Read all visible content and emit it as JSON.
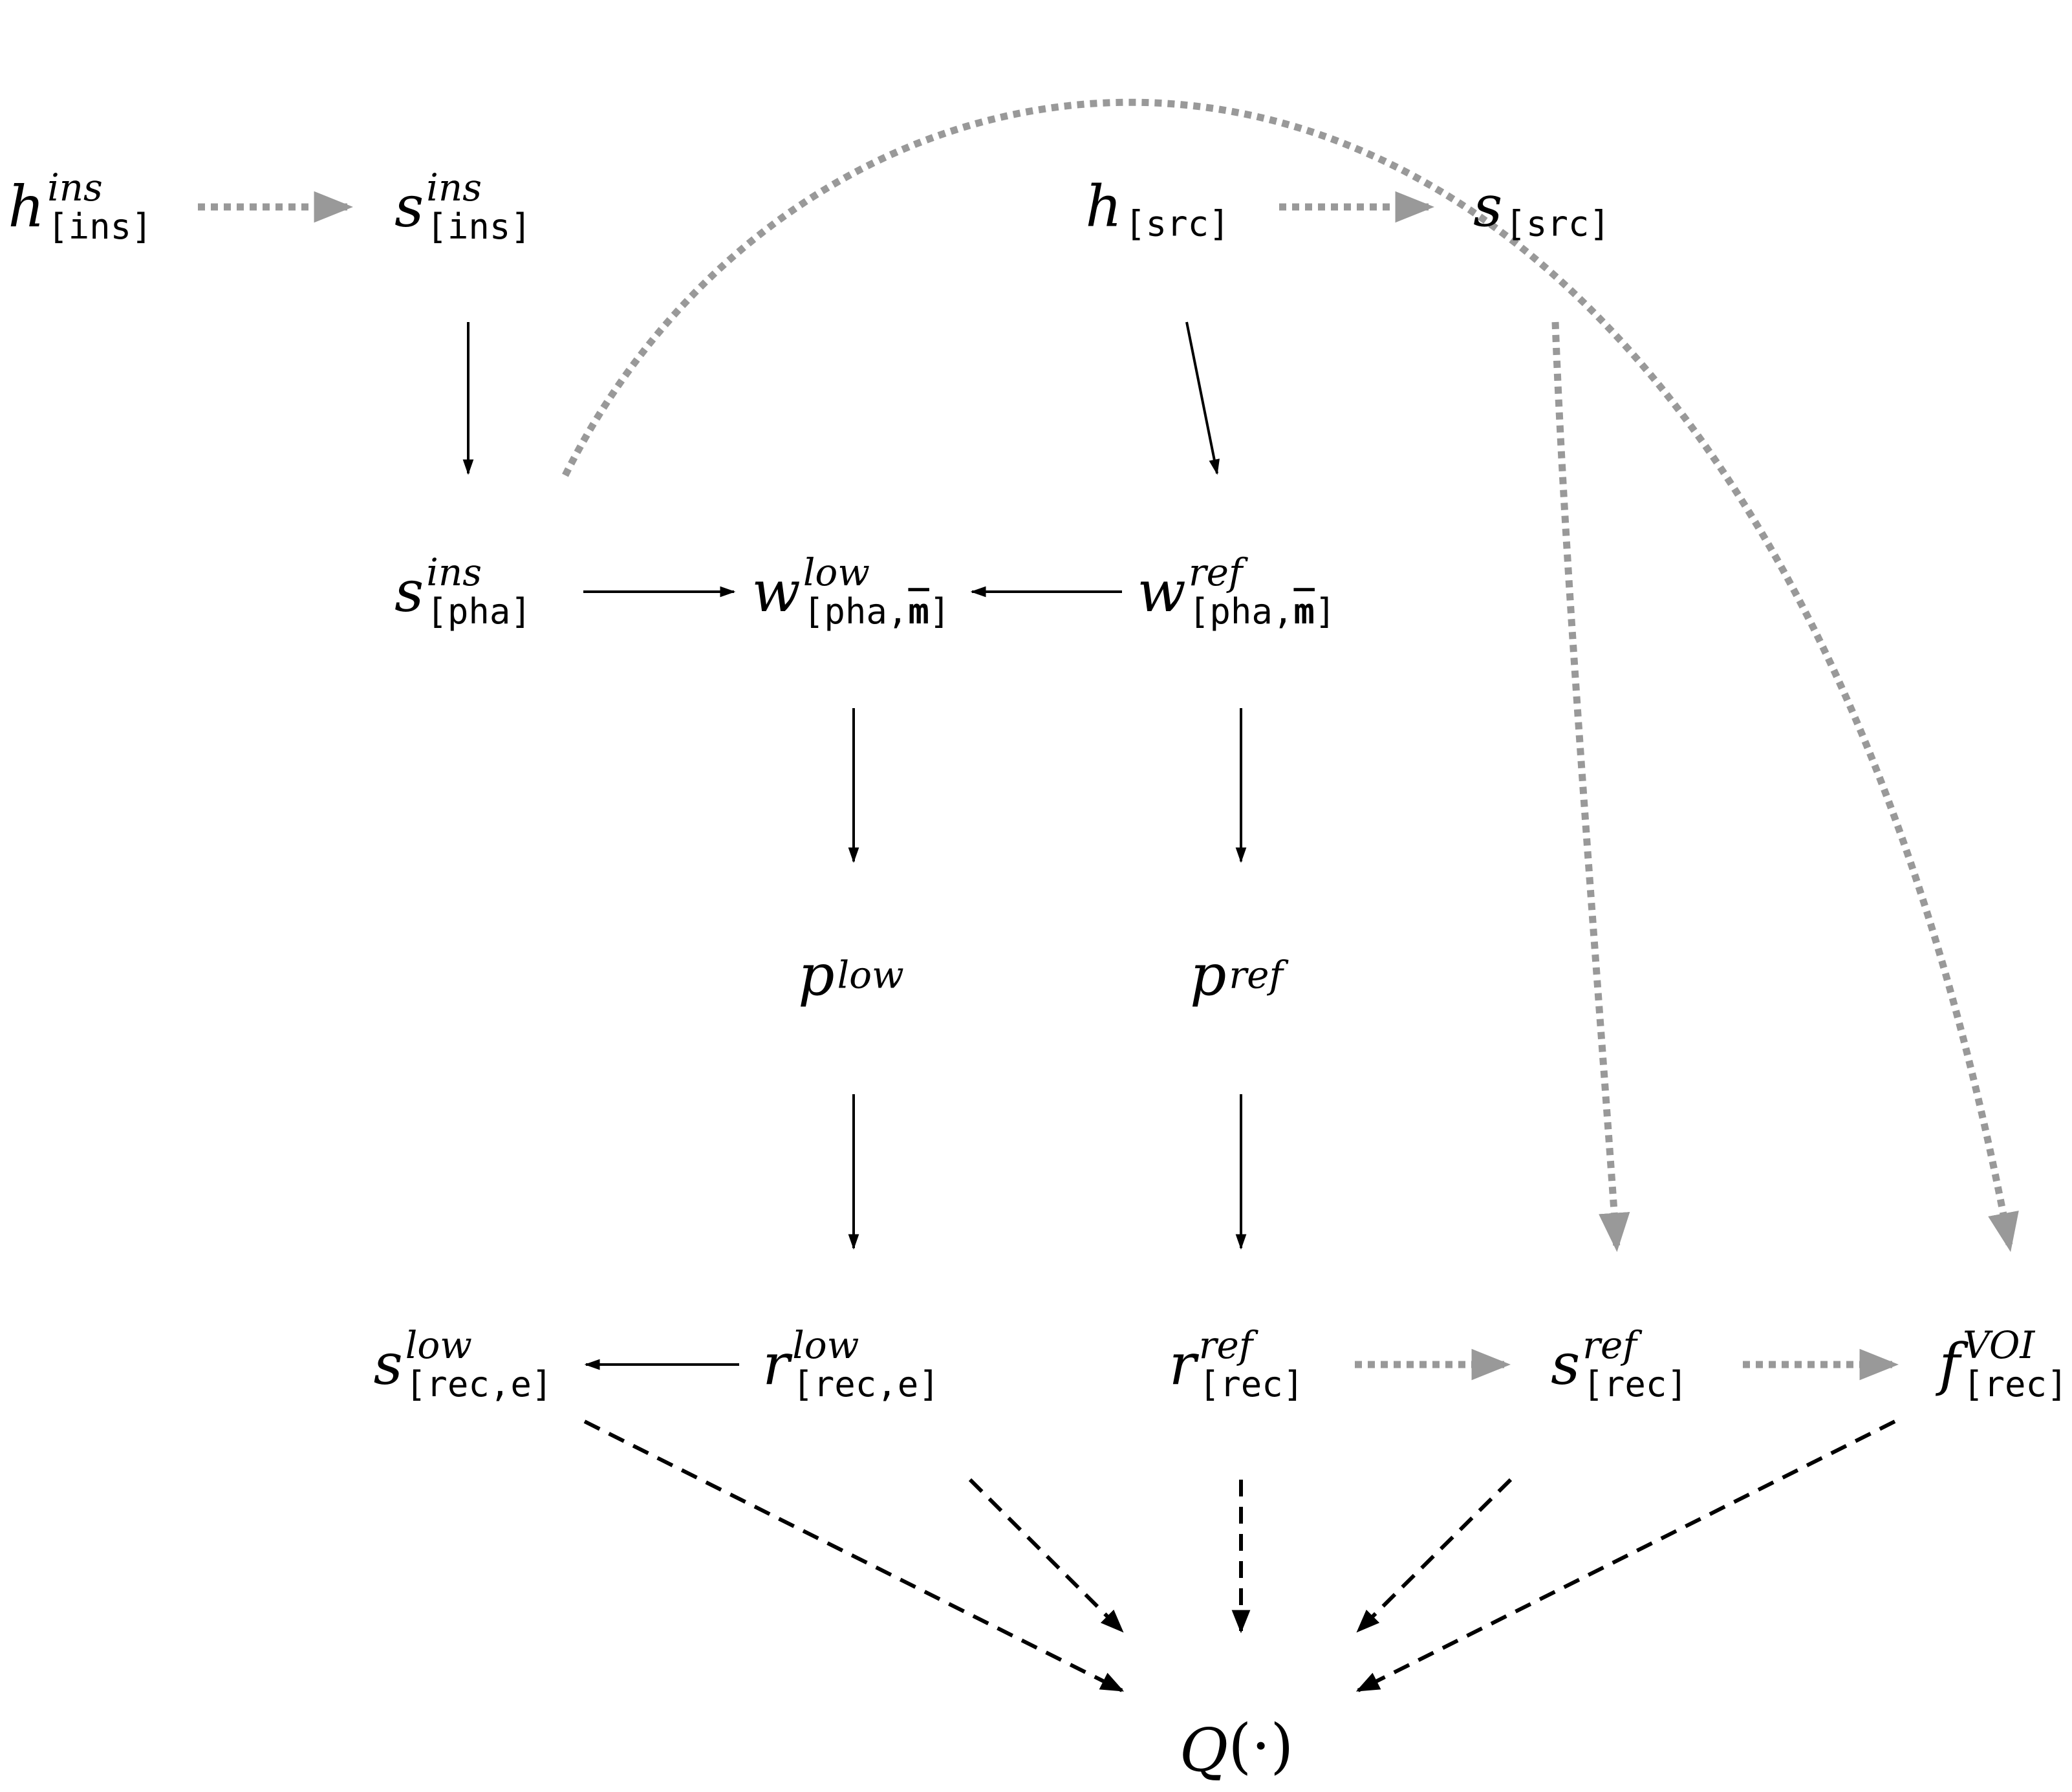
{
  "colors": {
    "solid_edge": "#000000",
    "dotted_edge": "#999999",
    "dashed_edge": "#000000",
    "background": "#ffffff"
  },
  "nodes": {
    "h_ins": {
      "base": "h",
      "sup": "ins",
      "sub_pre": "[ins]",
      "sub_ovl": "",
      "sub_post": ""
    },
    "s_ins": {
      "base": "s",
      "sup": "ins",
      "sub_pre": "[ins]",
      "sub_ovl": "",
      "sub_post": ""
    },
    "h_src": {
      "base": "h",
      "sup": "",
      "sub_pre": "[src]",
      "sub_ovl": "",
      "sub_post": ""
    },
    "s_src": {
      "base": "s",
      "sup": "",
      "sub_pre": "[src]",
      "sub_ovl": "",
      "sub_post": ""
    },
    "s_ins_pha": {
      "base": "s",
      "sup": "ins",
      "sub_pre": "[pha]",
      "sub_ovl": "",
      "sub_post": ""
    },
    "w_low": {
      "base": "w",
      "sup": "low",
      "sub_pre": "[pha,",
      "sub_ovl": "m",
      "sub_post": "]"
    },
    "w_ref": {
      "base": "w",
      "sup": "ref",
      "sub_pre": "[pha,",
      "sub_ovl": "m",
      "sub_post": "]"
    },
    "p_low": {
      "base": "p",
      "sup": "low",
      "sub_pre": "",
      "sub_ovl": "",
      "sub_post": ""
    },
    "p_ref": {
      "base": "p",
      "sup": "ref",
      "sub_pre": "",
      "sub_ovl": "",
      "sub_post": ""
    },
    "s_low_rec": {
      "base": "s",
      "sup": "low",
      "sub_pre": "[rec,e]",
      "sub_ovl": "",
      "sub_post": ""
    },
    "r_low_rec": {
      "base": "r",
      "sup": "low",
      "sub_pre": "[rec,e]",
      "sub_ovl": "",
      "sub_post": ""
    },
    "r_ref_rec": {
      "base": "r",
      "sup": "ref",
      "sub_pre": "[rec]",
      "sub_ovl": "",
      "sub_post": ""
    },
    "s_ref_rec": {
      "base": "s",
      "sup": "ref",
      "sub_pre": "[rec]",
      "sub_ovl": "",
      "sub_post": ""
    },
    "f_voi_rec": {
      "base": "f",
      "sup": "VOI",
      "sub_pre": "[rec]",
      "sub_ovl": "",
      "sub_post": ""
    },
    "q": {
      "base": "Q",
      "tail": "(·)"
    }
  }
}
